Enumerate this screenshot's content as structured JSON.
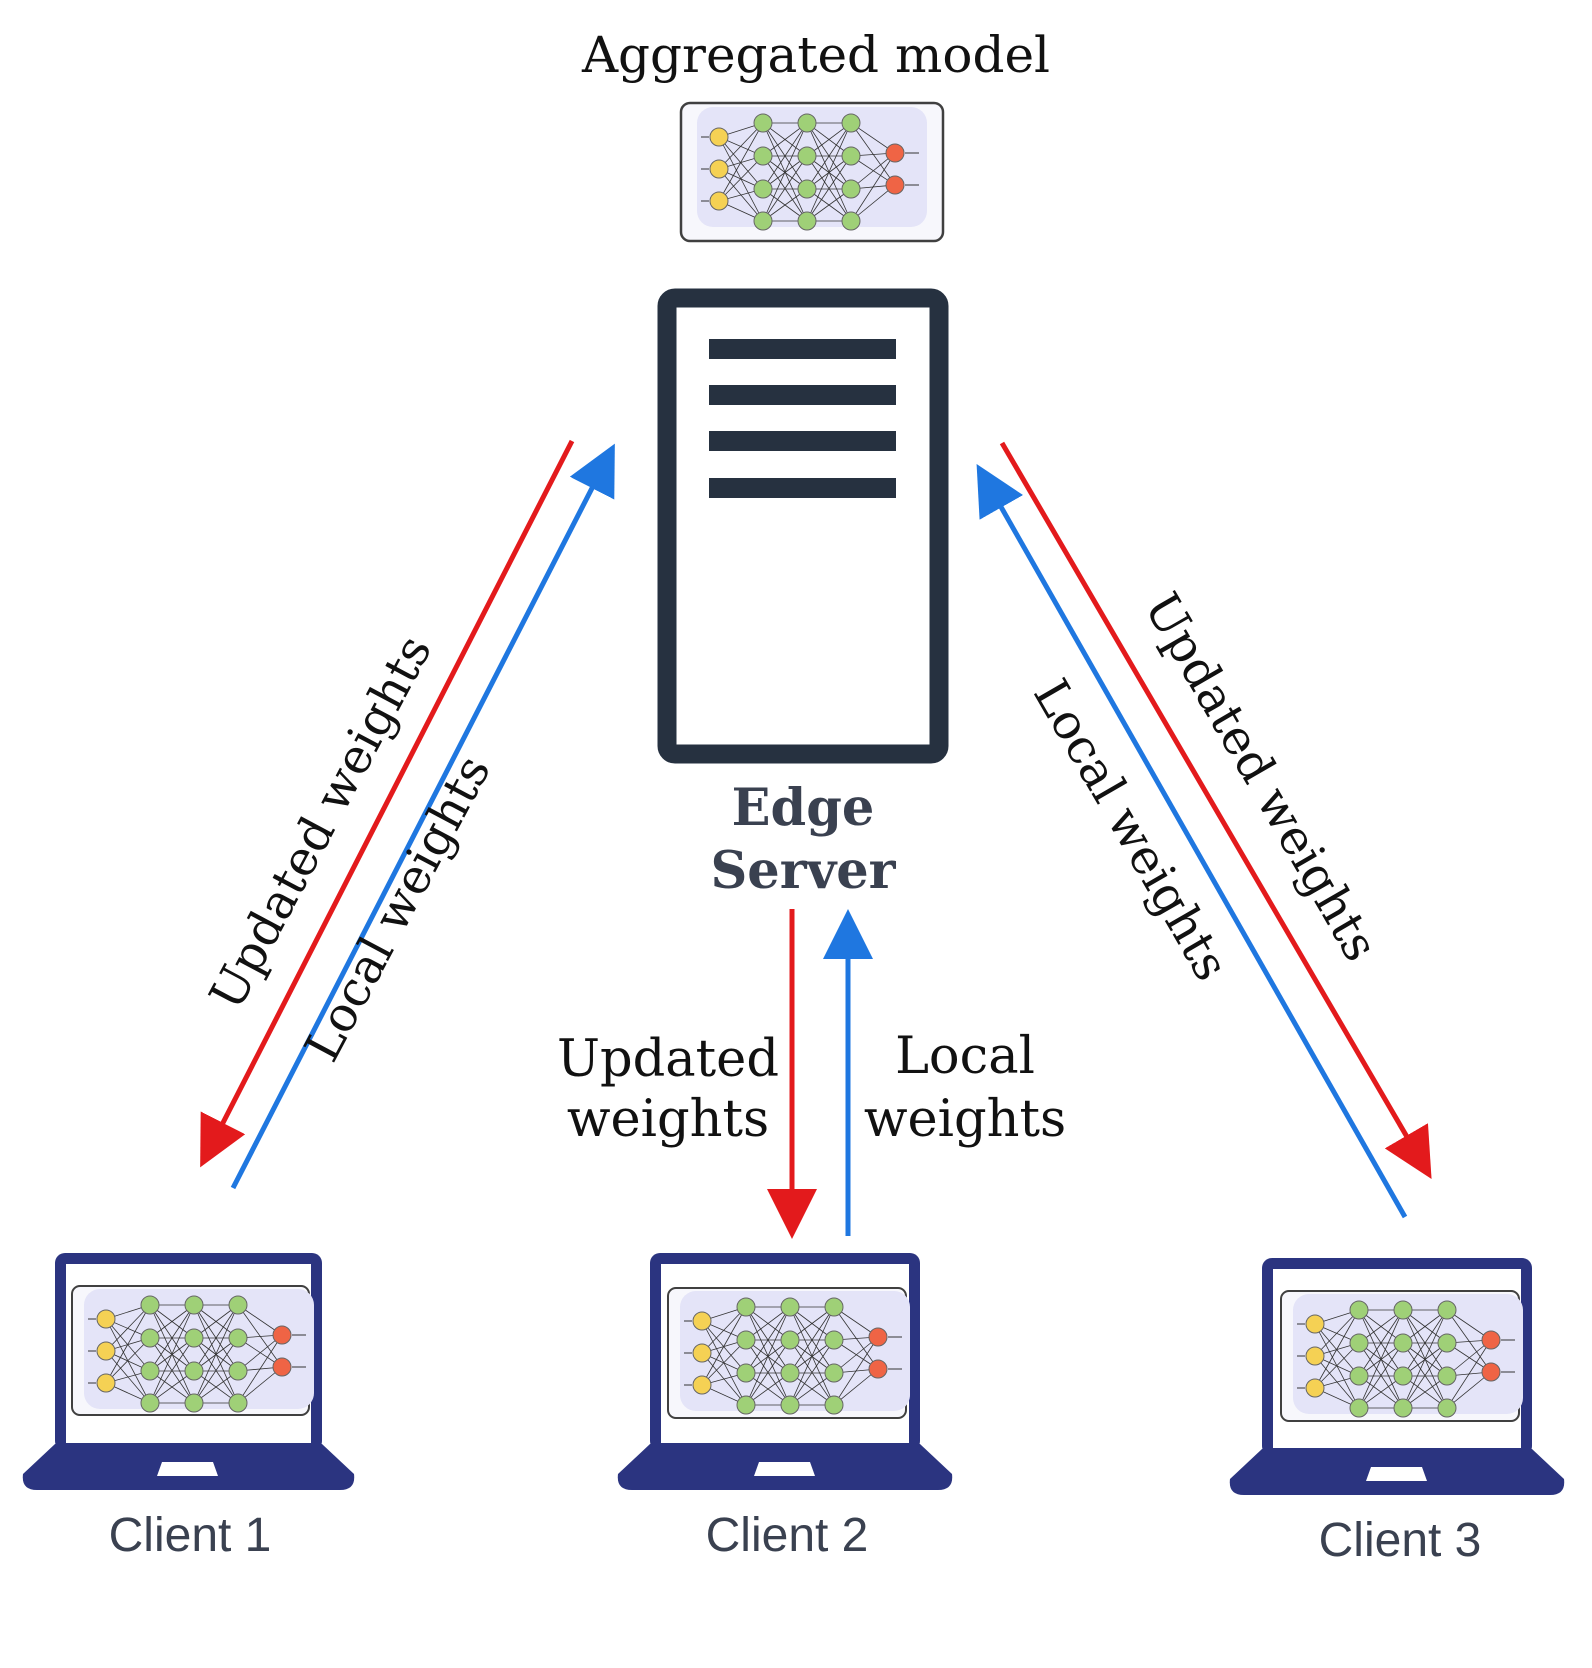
{
  "title": "Aggregated model",
  "server": {
    "label_line1": "Edge",
    "label_line2": "Server"
  },
  "clients": [
    {
      "label": "Client 1"
    },
    {
      "label": "Client 2"
    },
    {
      "label": "Client 3"
    }
  ],
  "links": {
    "client1": {
      "down_label": "Updated weights",
      "up_label": "Local weights"
    },
    "client2": {
      "down_label_line1": "Updated",
      "down_label_line2": "weights",
      "up_label_line1": "Local",
      "up_label_line2": "weights"
    },
    "client3": {
      "down_label": "Updated weights",
      "up_label": "Local weights"
    }
  },
  "colors": {
    "updated_arrow": "#e31a1c",
    "local_arrow": "#1f77e0",
    "server_frame": "#263140",
    "laptop": "#2b3480",
    "nn_panel": "#e4e4f8",
    "input_node": "#f5d154",
    "hidden_node": "#9fd077",
    "output_node": "#ef6445"
  },
  "icons": [
    "server-icon",
    "laptop-icon",
    "neural-network-icon"
  ]
}
